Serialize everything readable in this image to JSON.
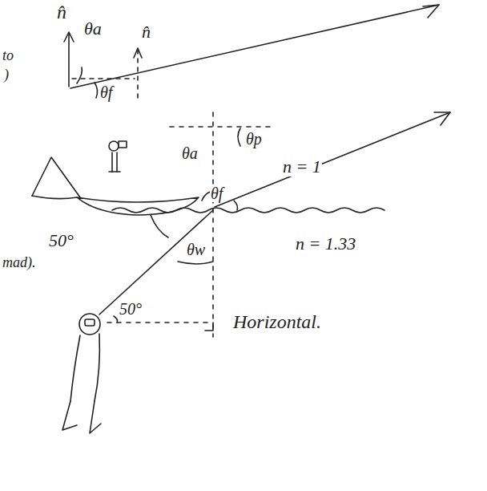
{
  "diagram": {
    "labels": [
      "n̂",
      "θa",
      "n̂",
      "θf",
      "θa",
      "θf",
      "θp",
      "n = 1",
      "50°",
      "θw",
      "n = 1.33",
      "50°",
      "Horizontal.",
      "to",
      ")",
      "mad)."
    ]
  }
}
